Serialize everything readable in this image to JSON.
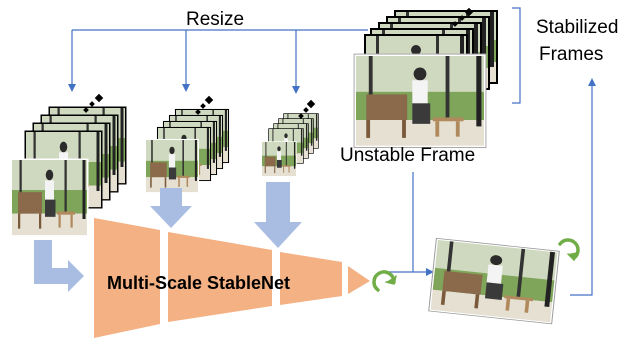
{
  "labels": {
    "resize": "Resize",
    "stabilized_line1": "Stabilized",
    "stabilized_line2": "Frames",
    "unstable": "Unstable Frame",
    "network": "Multi-Scale StableNet"
  },
  "colors": {
    "connector_line": "#4472c4",
    "block_arrow": "#a9bde3",
    "network_block": "#f4b183",
    "rotation_arrow": "#70ad47",
    "frame_border": "#ffffff",
    "frame_shadow": "#000000"
  },
  "icons": {
    "photo": "piano-scene-photo-icon",
    "rotation": "rotate-arrow-icon",
    "ellipsis": "diamond-dots-icon"
  }
}
